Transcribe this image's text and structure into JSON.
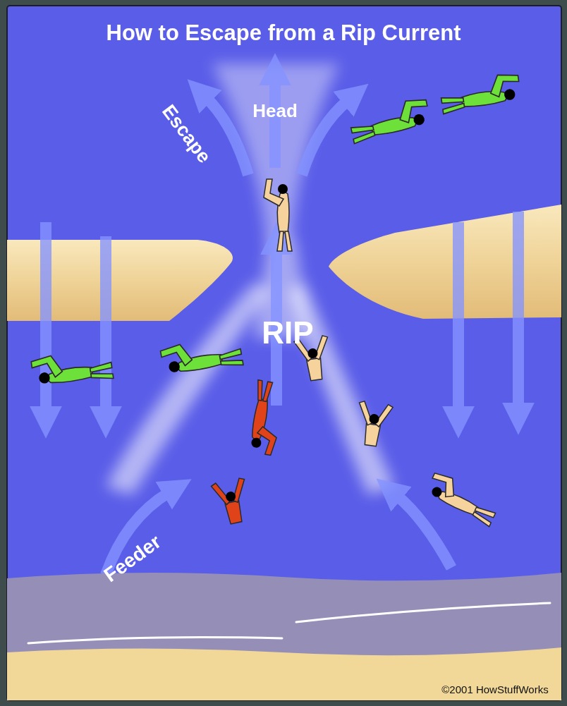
{
  "diagram": {
    "title": "How to Escape from a Rip Current",
    "labels": [
      "Escape",
      "Head",
      "RIP",
      "Feeder",
      "©2001 HowStuffWorks"
    ]
  }
}
